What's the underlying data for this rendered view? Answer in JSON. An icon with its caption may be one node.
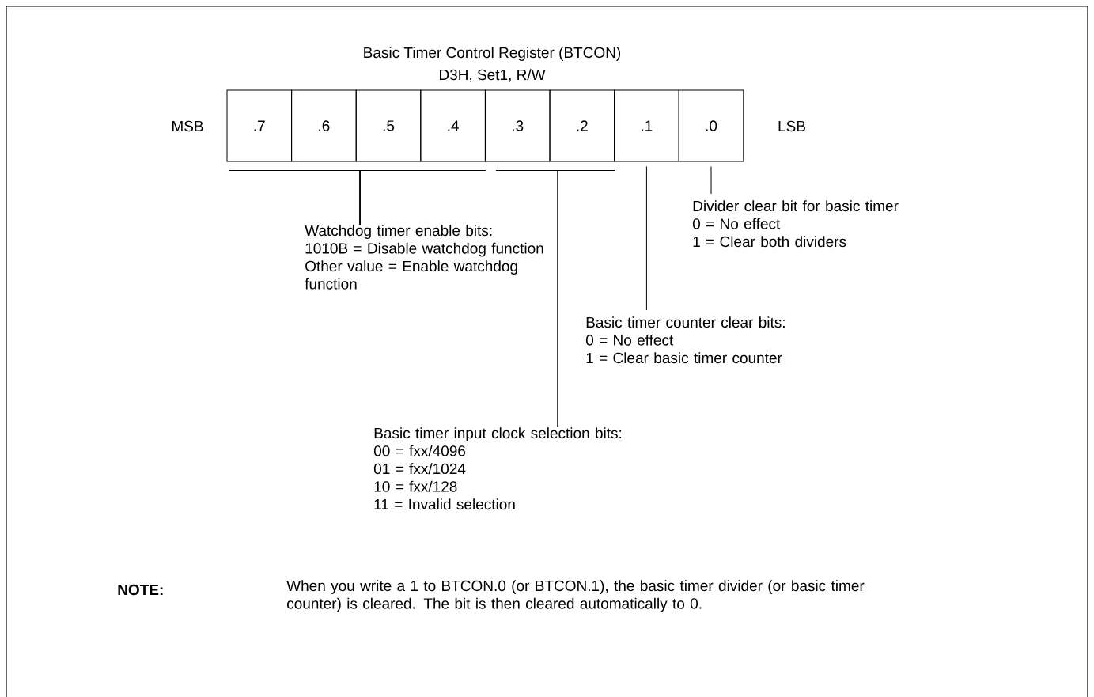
{
  "diagram": {
    "title": "Basic Timer Control Register (BTCON)",
    "nodes": [
      {
        "text": [
          ".7"
        ]
      },
      {
        "text": [
          ".6"
        ]
      },
      {
        "text": [
          ".5"
        ]
      },
      {
        "text": [
          ".4"
        ]
      },
      {
        "text": [
          ".3"
        ]
      },
      {
        "text": [
          ".2"
        ]
      },
      {
        "text": [
          ".1"
        ]
      },
      {
        "text": [
          ".0"
        ]
      },
      {
        "text": [
          "Watchdog timer enable bits:",
          "1010B = Disable watchdog function",
          "Other value = Enable watchdog function"
        ]
      },
      {
        "text": [
          "Divider clear bit for basic timer",
          "0 = No effect",
          "1 = Clear both dividers"
        ]
      },
      {
        "text": [
          "Basic timer counter clear bits:",
          "0 = No effect",
          "1 = Clear basic timer counter"
        ]
      },
      {
        "text": [
          "Basic timer input clock selection bits:",
          "00 = fxx/4096",
          "01 = fxx/1024",
          "10 = fxx/128",
          "11 = Invalid selection"
        ]
      }
    ],
    "edges": [
      {
        "from": 0,
        "to": 8,
        "arrow": "none"
      },
      {
        "from": 1,
        "to": 8,
        "arrow": "none"
      },
      {
        "from": 2,
        "to": 8,
        "arrow": "none"
      },
      {
        "from": 3,
        "to": 8,
        "arrow": "none"
      },
      {
        "from": 4,
        "to": 11,
        "arrow": "none"
      },
      {
        "from": 5,
        "to": 11,
        "arrow": "none"
      },
      {
        "from": 6,
        "to": 10,
        "arrow": "none"
      },
      {
        "from": 7,
        "to": 9,
        "arrow": "none"
      }
    ],
    "labels": [
      "D3H, Set1, R/W",
      "MSB",
      "LSB",
      "NOTE:",
      "When you write a 1 to BTCON.0 (or BTCON.1), the basic timer divider (or basic timer counter) is cleared. The bit is then cleared automatically to 0."
    ]
  }
}
